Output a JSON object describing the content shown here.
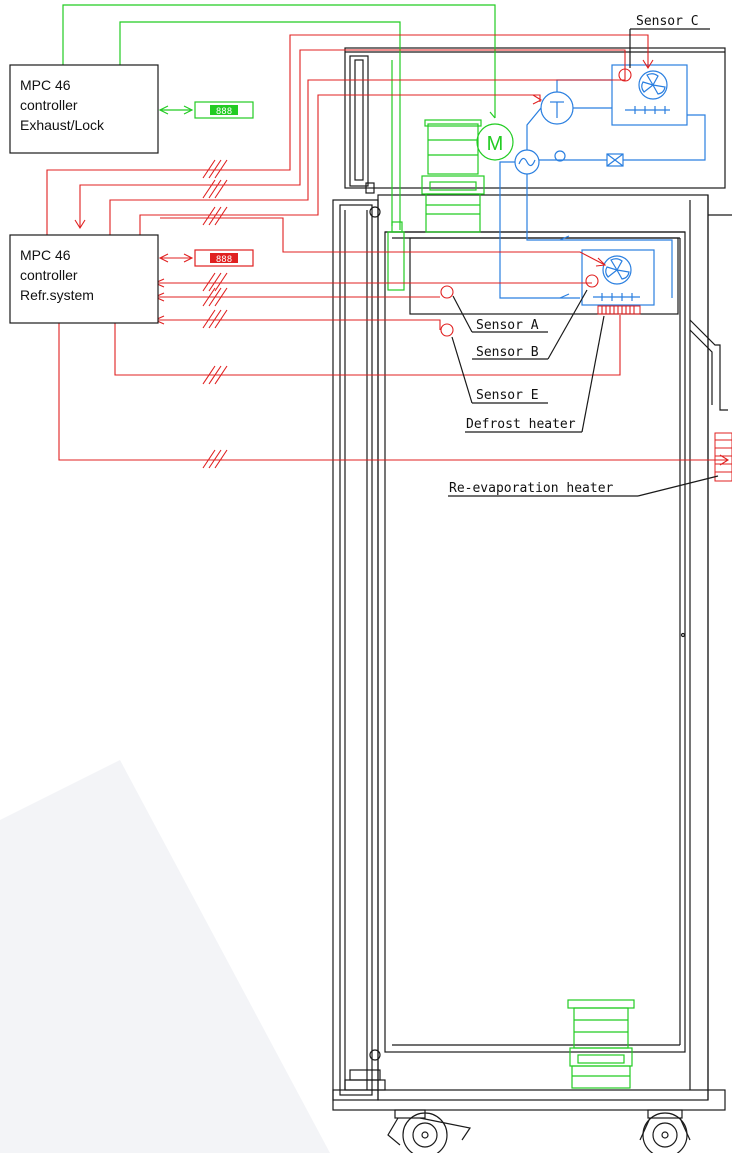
{
  "controllers": {
    "top": {
      "line1": "MPC 46",
      "line2": "controller",
      "line3": "Exhaust/Lock"
    },
    "bottom": {
      "line1": "MPC 46",
      "line2": "controller",
      "line3": "Refr.system"
    }
  },
  "displays": {
    "top": {
      "text": "888",
      "color": "#22cc22"
    },
    "bottom": {
      "text": "888",
      "color": "#e02020"
    }
  },
  "labels": {
    "sensor_c": "Sensor C",
    "sensor_a": "Sensor A",
    "sensor_b": "Sensor B",
    "sensor_e": "Sensor E",
    "defrost_heater": "Defrost heater",
    "reevap_heater": "Re-evaporation heater",
    "motor": "M"
  },
  "colors": {
    "exhaust_lock_wiring": "#22cc22",
    "refrigeration_wiring": "#e02020",
    "refrigerant_circuit": "#2a7fe0",
    "cabinet_outline": "#1a1a1a"
  }
}
